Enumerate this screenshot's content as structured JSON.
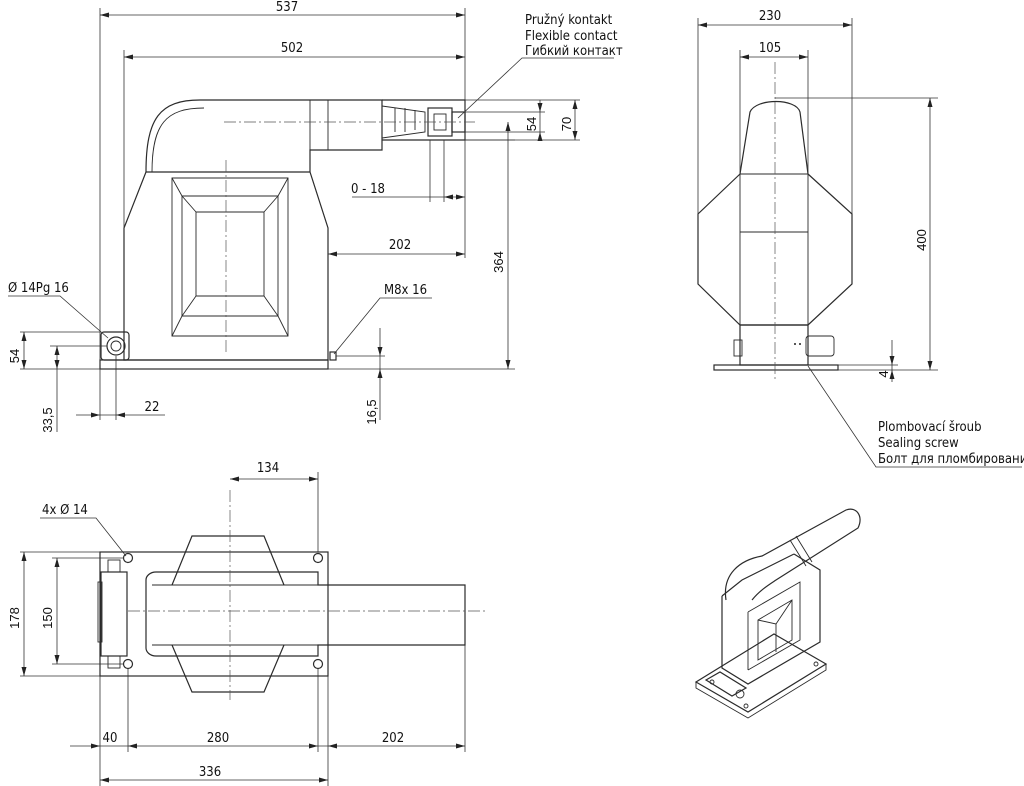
{
  "front_view": {
    "dims": {
      "overall_length": "537",
      "body_length": "502",
      "contact_height": "54",
      "contact_total": "70",
      "adjust_range": "0 - 18",
      "bar_length": "202",
      "axis_height": "364",
      "gland_height": "54",
      "gland_offset_v": "33,5",
      "gland_offset_h": "22",
      "base_thickness": "16,5"
    },
    "labels": {
      "flexible_contact_cs": "Pružný kontakt",
      "flexible_contact_en": "Flexible contact",
      "flexible_contact_ru": "Гибкий контакт",
      "cable_gland": "Ø 14Pg 16",
      "earth_screw": "M8x 16"
    }
  },
  "side_view": {
    "dims": {
      "overall_width": "230",
      "top_width": "105",
      "overall_height": "400",
      "base_thickness": "4"
    },
    "labels": {
      "sealing_screw_cs": "Plombovací šroub",
      "sealing_screw_en": "Sealing screw",
      "sealing_screw_ru": "Болт для пломбирования"
    }
  },
  "top_view": {
    "dims": {
      "core_width": "134",
      "base_depth": "178",
      "hole_spacing_y": "150",
      "edge_offset": "40",
      "hole_spacing_x": "280",
      "bar_projection": "202",
      "base_length": "336"
    },
    "labels": {
      "holes": "4x  Ø 14"
    }
  },
  "isometric_view": {
    "present": true
  }
}
